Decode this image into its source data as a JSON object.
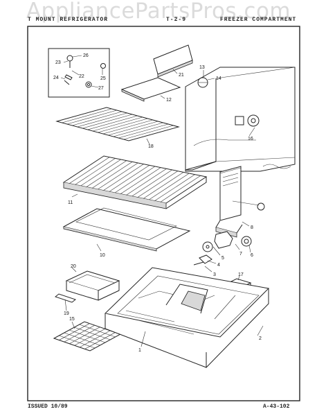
{
  "watermark": "AppliancePartsPros.com",
  "header": {
    "left": "T MOUNT REFRIGERATOR",
    "model": "T-2-9",
    "right": "FREEZER COMPARTMENT"
  },
  "footer": {
    "issued": "ISSUED 10/89",
    "doc_number": "A-43-102"
  },
  "callouts": [
    "26",
    "23",
    "22",
    "25",
    "24",
    "27",
    "21",
    "12",
    "13",
    "14",
    "18",
    "16",
    "11",
    "10",
    "8",
    "7",
    "6",
    "5",
    "4",
    "3",
    "17",
    "20",
    "19",
    "2",
    "15",
    "1"
  ]
}
